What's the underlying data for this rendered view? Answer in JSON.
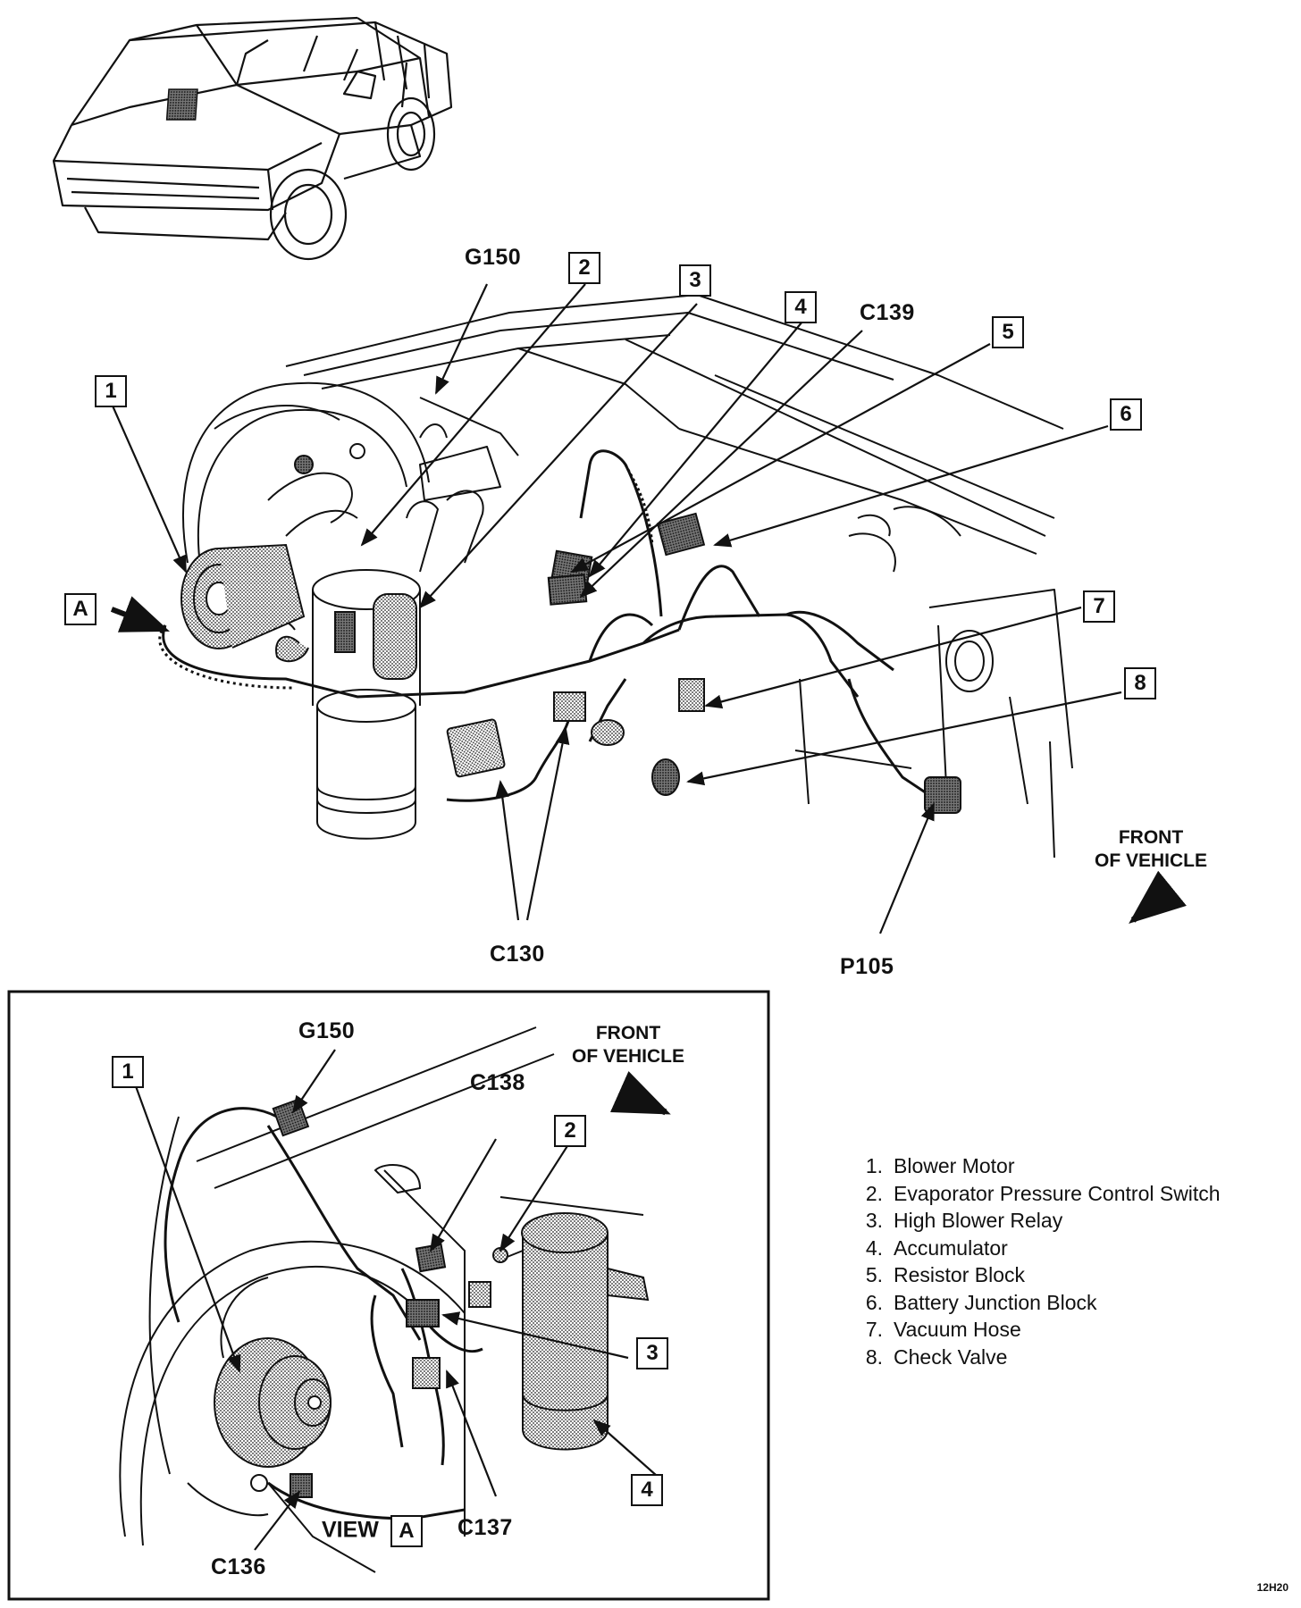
{
  "main_view": {
    "callouts": [
      {
        "id": "1",
        "text": "1"
      },
      {
        "id": "2",
        "text": "2"
      },
      {
        "id": "3",
        "text": "3"
      },
      {
        "id": "4",
        "text": "4"
      },
      {
        "id": "5",
        "text": "5"
      },
      {
        "id": "6",
        "text": "6"
      },
      {
        "id": "7",
        "text": "7"
      },
      {
        "id": "8",
        "text": "8"
      }
    ],
    "connector_labels": {
      "g150": "G150",
      "c139": "C139",
      "c130": "C130",
      "p105": "P105"
    },
    "view_marker": "A",
    "front_label_line1": "FRONT",
    "front_label_line2": "OF VEHICLE"
  },
  "inset_view": {
    "callouts": [
      "1",
      "2",
      "3",
      "4"
    ],
    "connector_labels": {
      "g150": "G150",
      "c138": "C138",
      "c136": "C136",
      "c137": "C137"
    },
    "front_label_line1": "FRONT",
    "front_label_line2": "OF VEHICLE",
    "view_caption": "VIEW",
    "view_box": "A"
  },
  "legend": [
    {
      "num": "1.",
      "text": "Blower Motor"
    },
    {
      "num": "2.",
      "text": "Evaporator Pressure Control Switch"
    },
    {
      "num": "3.",
      "text": "High Blower Relay"
    },
    {
      "num": "4.",
      "text": "Accumulator"
    },
    {
      "num": "5.",
      "text": "Resistor Block"
    },
    {
      "num": "6.",
      "text": "Battery Junction Block"
    },
    {
      "num": "7.",
      "text": "Vacuum Hose"
    },
    {
      "num": "8.",
      "text": "Check Valve"
    }
  ],
  "figure_code": "12H20",
  "colors": {
    "ink": "#111111",
    "shade": "#8a8a8a",
    "background": "#ffffff"
  }
}
